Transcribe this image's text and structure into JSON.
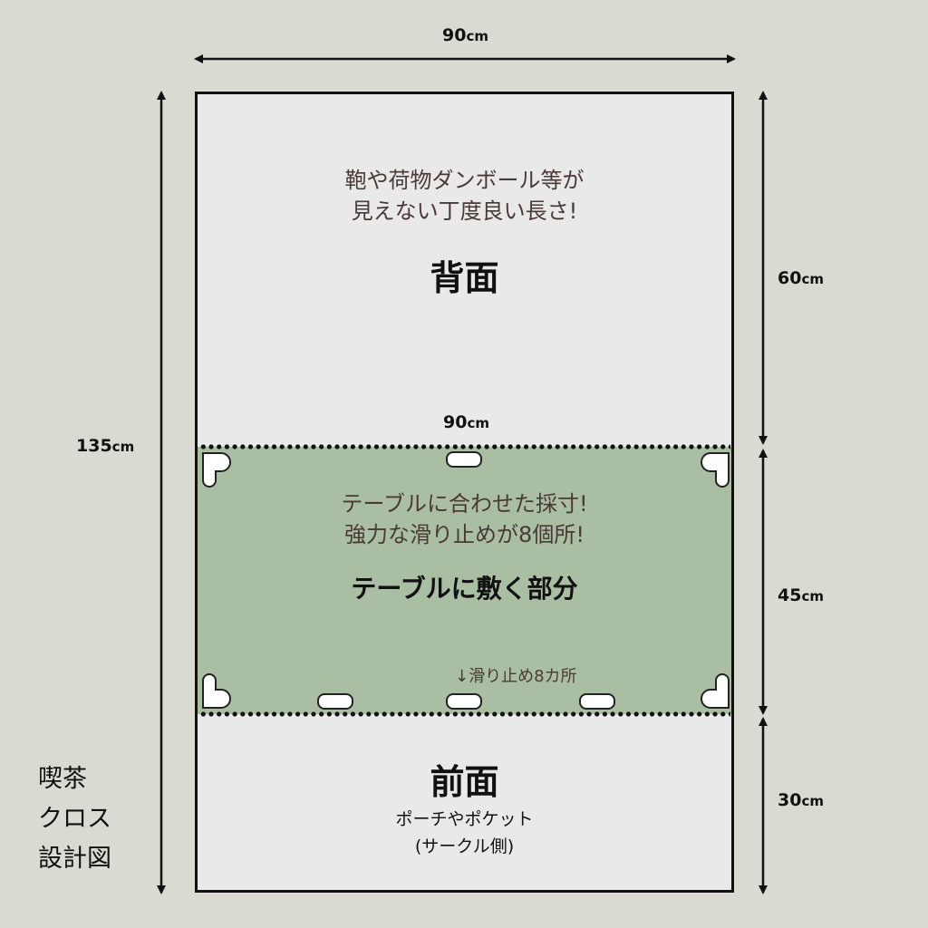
{
  "dimensions": {
    "top_width": {
      "value": "90",
      "unit": "cm"
    },
    "inner_width": {
      "value": "90",
      "unit": "cm"
    },
    "total_height": {
      "value": "135",
      "unit": "cm"
    },
    "back_height": {
      "value": "60",
      "unit": "cm"
    },
    "table_height": {
      "value": "45",
      "unit": "cm"
    },
    "front_height": {
      "value": "30",
      "unit": "cm"
    }
  },
  "back_section": {
    "note_line1": "鞄や荷物ダンボール等が",
    "note_line2": "見えない丁度良い長さ!",
    "title": "背面"
  },
  "table_section": {
    "note_line1": "テーブルに合わせた採寸!",
    "note_line2": "強力な滑り止めが8個所!",
    "title": "テーブルに敷く部分",
    "anti_slip_note": "↓滑り止め8カ所"
  },
  "front_section": {
    "title": "前面",
    "sub_line1": "ポーチやポケット",
    "sub_line2": "(サークル側)"
  },
  "diagram_title": {
    "line1": "喫茶",
    "line2": "クロス",
    "line3": "設計図"
  },
  "colors": {
    "background": "#dad9d2",
    "panel": "#e9e9e9",
    "table_area": "#a9bea3",
    "note_text": "#4a3a36"
  }
}
